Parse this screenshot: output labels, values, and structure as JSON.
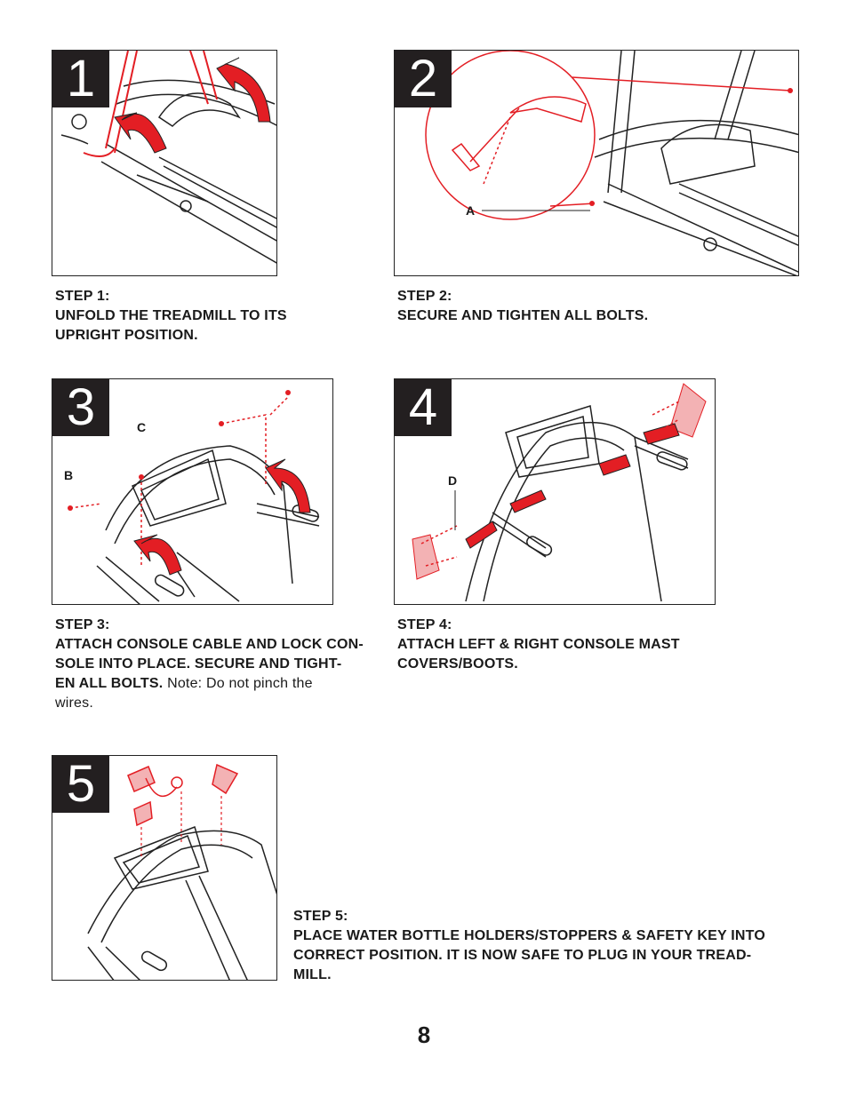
{
  "steps": [
    {
      "number": "1",
      "title": "STEP 1:",
      "lines": [
        "UNFOLD THE TREADMILL TO ITS",
        "UPRIGHT POSITION."
      ]
    },
    {
      "number": "2",
      "title": "STEP 2:",
      "lines": [
        "SECURE AND TIGHTEN ALL BOLTS."
      ],
      "label": "A"
    },
    {
      "number": "3",
      "title": "STEP 3:",
      "lines": [
        "ATTACH CONSOLE CABLE AND LOCK CON-",
        "SOLE INTO PLACE. SECURE AND TIGHT-"
      ],
      "last_bold": "EN ALL BOLTS.",
      "note1": " Note: Do not pinch the",
      "note2": "wires.",
      "labels": [
        "B",
        "C"
      ]
    },
    {
      "number": "4",
      "title": "STEP 4:",
      "lines": [
        "ATTACH LEFT & RIGHT CONSOLE MAST",
        "COVERS/BOOTS."
      ],
      "label": "D"
    },
    {
      "number": "5",
      "title": "STEP 5:",
      "lines": [
        "PLACE WATER BOTTLE HOLDERS/STOPPERS & SAFETY KEY INTO",
        "CORRECT POSITION. IT IS NOW SAFE TO PLUG IN YOUR TREAD-",
        "MILL."
      ]
    }
  ],
  "page_number": "8",
  "colors": {
    "accent": "#e31e24",
    "ink": "#231f20"
  }
}
